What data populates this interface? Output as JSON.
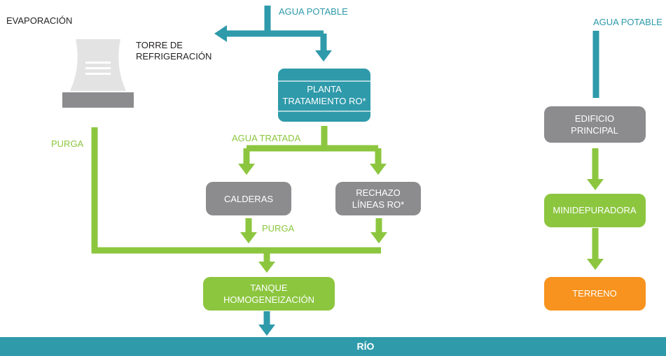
{
  "colors": {
    "teal": "#2e9aaa",
    "green": "#8cc63f",
    "gray": "#8c8c8e",
    "light_gray": "#e3e3e3",
    "orange": "#f7931e",
    "text_dark": "#231f20"
  },
  "labels": {
    "evaporacion": "EVAPORACIÓN",
    "agua_potable_left": "AGUA POTABLE",
    "agua_potable_right": "AGUA POTABLE",
    "torre_line1": "TORRE DE",
    "torre_line2": "REFRIGERACIÓN",
    "purga_left": "PURGA",
    "agua_tratada": "AGUA TRATADA",
    "purga_mid": "PURGA"
  },
  "boxes": {
    "planta": {
      "line1": "PLANTA",
      "line2": "TRATAMIENTO RO*"
    },
    "calderas": {
      "line1": "CALDERAS"
    },
    "rechazo": {
      "line1": "RECHAZO",
      "line2": "LÍNEAS RO*"
    },
    "tanque": {
      "line1": "TANQUE",
      "line2": "HOMOGENEIZACIÓN"
    },
    "edificio": {
      "line1": "EDIFICIO",
      "line2": "PRINCIPAL"
    },
    "minidepuradora": {
      "line1": "MINIDEPURADORA"
    },
    "terreno": {
      "line1": "TERRENO"
    }
  },
  "river": {
    "label": "RÍO"
  },
  "icons": {
    "cooling_tower": "cooling-tower-icon"
  }
}
